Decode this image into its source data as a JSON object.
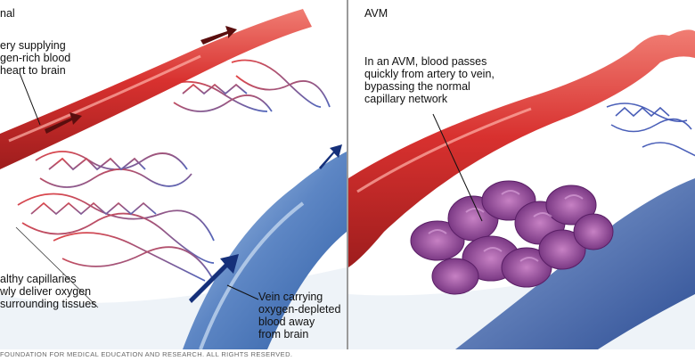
{
  "panels": {
    "left": {
      "title": "nal",
      "artery_label": "ery supplying\ngen-rich blood\nheart to brain",
      "capillary_label": "althy capillaries\nwly deliver oxygen\nsurrounding tissues",
      "vein_label": "Vein carrying\noxygen-depleted\nblood away\nfrom brain"
    },
    "right": {
      "title": "AVM",
      "avm_label": "In an AVM, blood passes\nquickly from artery to vein,\nbypassing the normal\ncapillary network"
    }
  },
  "footer": {
    "copyright": "FOUNDATION FOR MEDICAL EDUCATION AND RESEARCH. ALL RIGHTS RESERVED."
  },
  "colors": {
    "artery": "#d8312f",
    "artery_highlight": "#f27a73",
    "vein": "#3f6db1",
    "vein_highlight": "#9fc0e8",
    "avm_tangle": "#8f3a90",
    "arrow_dark": "#15307a"
  }
}
